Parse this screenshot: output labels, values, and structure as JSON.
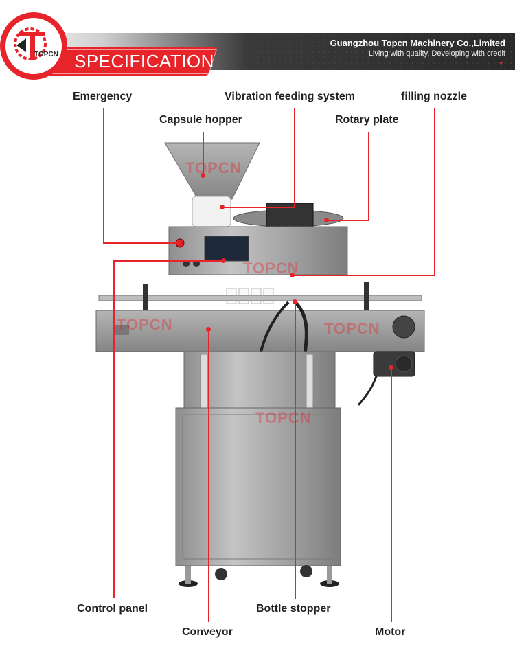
{
  "header": {
    "company": "Guangzhou Topcn Machinery Co.,Limited",
    "slogan": "Living with quality, Developing with credit",
    "section_title": "SPECIFICATION",
    "logo_text": "TOPCN",
    "accent_color": "#e7242a"
  },
  "watermark": "TOPCN",
  "labels": {
    "emergency": "Emergency",
    "vibration": "Vibration feeding system",
    "filling_nozzle": "filling nozzle",
    "capsule_hopper": "Capsule hopper",
    "rotary_plate": "Rotary plate",
    "control_panel": "Control panel",
    "bottle_stopper": "Bottle stopper",
    "conveyor": "Conveyor",
    "motor": "Motor"
  }
}
